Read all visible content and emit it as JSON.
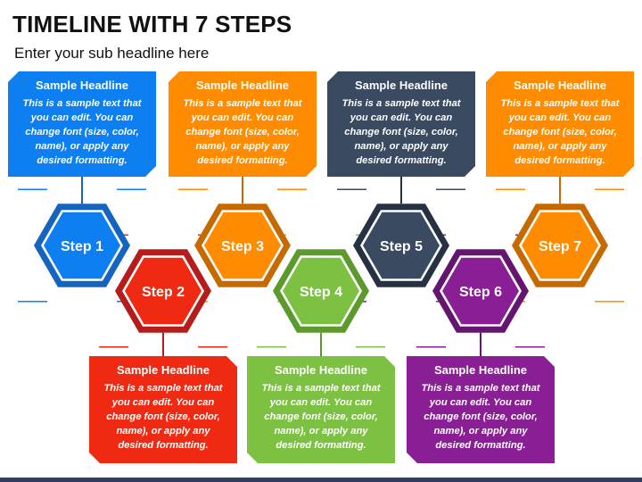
{
  "title": "TIMELINE WITH 7 STEPS",
  "subtitle": "Enter your sub headline here",
  "steps": [
    {
      "label": "Step 1",
      "color": "#0d7ff0",
      "dark": "#1565c0",
      "card": {
        "headline": "Sample Headline",
        "lines": [
          "This is a sample text that",
          "you can edit. You can",
          "change font (size, color,",
          "name), or apply any",
          "desired formatting."
        ]
      }
    },
    {
      "label": "Step 2",
      "color": "#f02a12",
      "dark": "#b71c1c",
      "card": {
        "headline": "Sample Headline",
        "lines": [
          "This is a sample text that",
          "you can edit. You can",
          "change font (size, color,",
          "name), or apply any",
          "desired formatting."
        ]
      }
    },
    {
      "label": "Step 3",
      "color": "#ff8c00",
      "dark": "#c66a00",
      "card": {
        "headline": "Sample Headline",
        "lines": [
          "This is a sample text that",
          "you can edit. You can",
          "change font (size, color,",
          "name), or apply any",
          "desired formatting."
        ]
      }
    },
    {
      "label": "Step 4",
      "color": "#7dc142",
      "dark": "#5d9a2e",
      "card": {
        "headline": "Sample Headline",
        "lines": [
          "This is a sample text that",
          "you can edit. You can",
          "change font (size, color,",
          "name), or apply any",
          "desired formatting."
        ]
      }
    },
    {
      "label": "Step 5",
      "color": "#3a4a61",
      "dark": "#263244",
      "card": {
        "headline": "Sample Headline",
        "lines": [
          "This is a sample text that",
          "you can edit. You can",
          "change font (size, color,",
          "name), or apply any",
          "desired formatting."
        ]
      }
    },
    {
      "label": "Step 6",
      "color": "#8a1f95",
      "dark": "#641570",
      "card": {
        "headline": "Sample Headline",
        "lines": [
          "This is a sample text that",
          "you can edit. You can",
          "change font (size, color,",
          "name), or apply any",
          "desired formatting."
        ]
      }
    },
    {
      "label": "Step 7",
      "color": "#ff8c00",
      "dark": "#c66a00",
      "card": {
        "headline": "Sample Headline",
        "lines": [
          "This is a sample text that",
          "you can edit. You can",
          "change font (size, color,",
          "name), or apply any",
          "desired formatting."
        ]
      }
    }
  ]
}
